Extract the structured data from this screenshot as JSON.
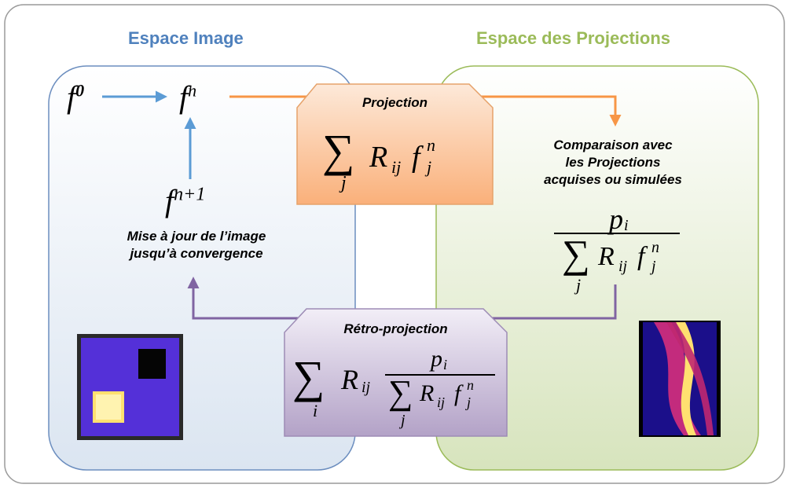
{
  "image_space": {
    "title": "Espace Image",
    "title_color": "#4f81bd"
  },
  "projection_space": {
    "title": "Espace des Projections",
    "title_color": "#9bbb59"
  },
  "iterates": {
    "f0": {
      "base": "f",
      "exp": "0"
    },
    "fn": {
      "base": "f",
      "exp": "n"
    },
    "fn1": {
      "base": "f",
      "exp": "n+1"
    }
  },
  "projection": {
    "title": "Projection",
    "sum_index": "j",
    "term": "R",
    "term_sub": "ij",
    "f": "f",
    "f_sub": "j",
    "f_sup": "n"
  },
  "comparison": {
    "lines": [
      "Comparaison avec",
      "les Projections",
      "acquises ou simulées"
    ],
    "numerator": "p",
    "numerator_sub": "i"
  },
  "update": {
    "lines": [
      "Mise à jour de l’image",
      "jusqu’à convergence"
    ]
  },
  "backprojection": {
    "title": "Rétro-projection",
    "sum_index": "i"
  },
  "colors": {
    "arrow_blue": "#5b9bd5",
    "arrow_orange": "#f79646",
    "arrow_purple": "#8064a2",
    "projection_box": "#fac090",
    "backprojection_box": "#b3a2c7"
  }
}
